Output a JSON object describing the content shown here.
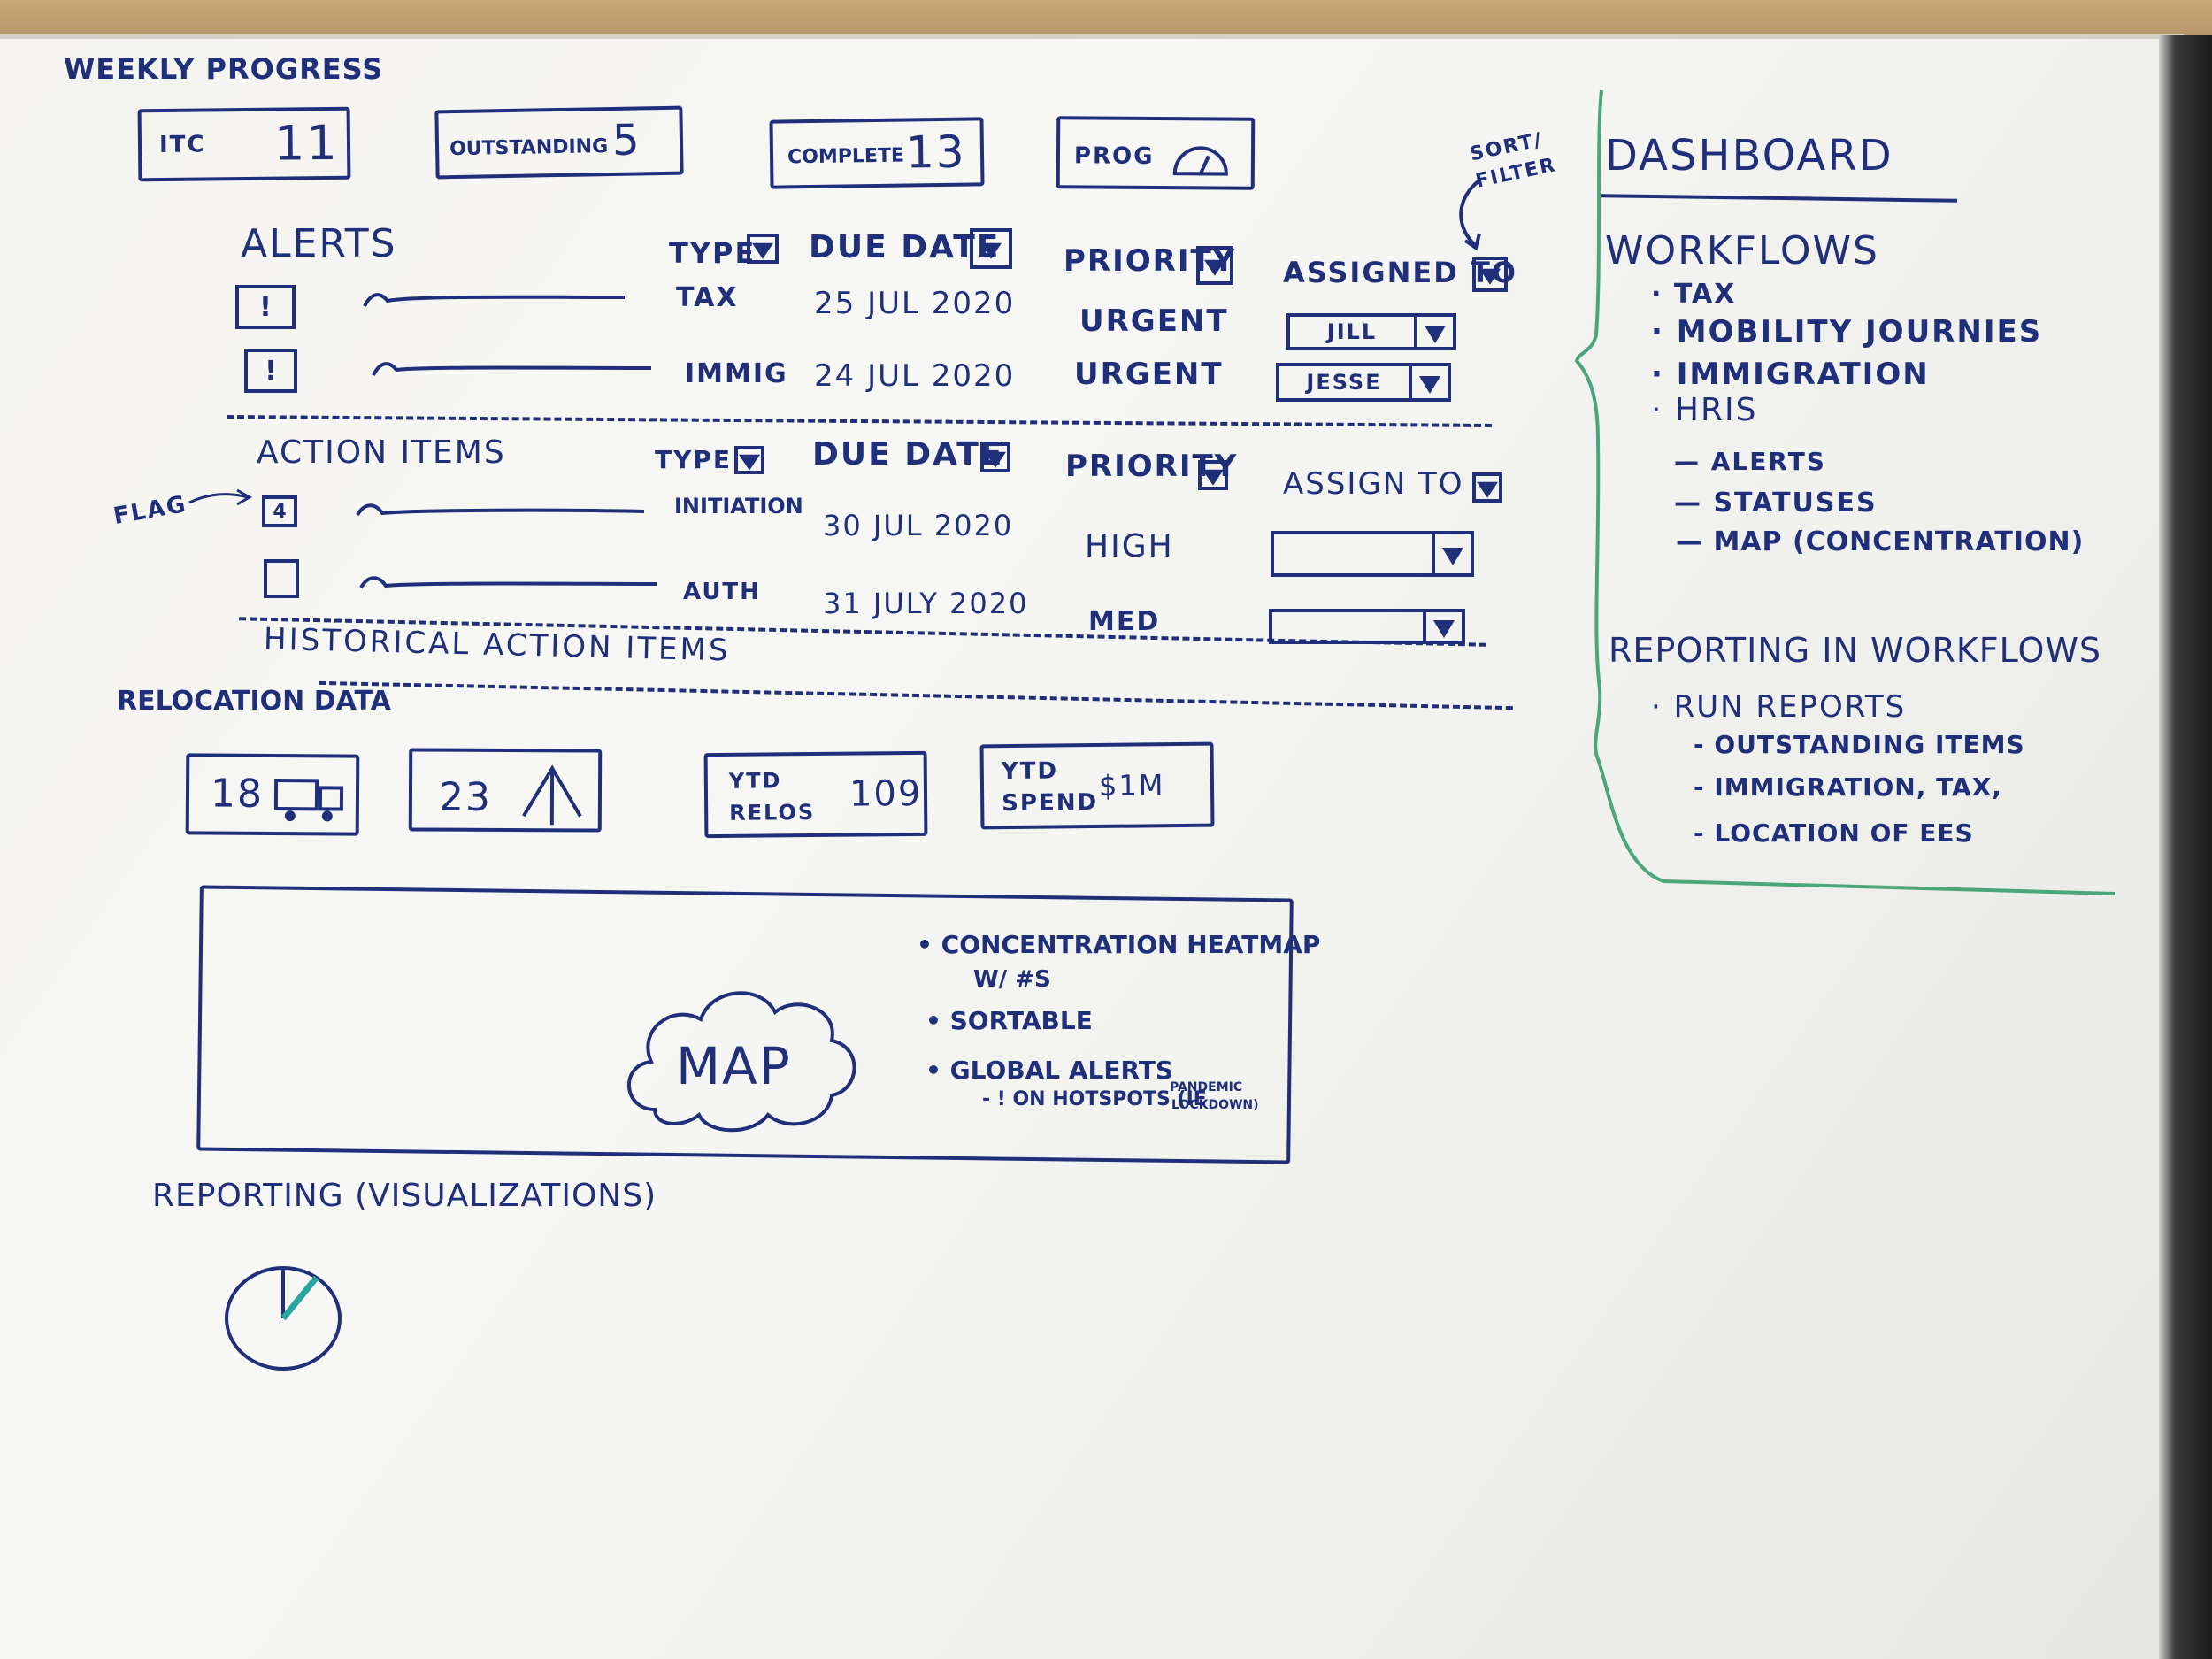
{
  "weekly_progress": {
    "title": "WEEKLY PROGRESS",
    "tiles": [
      {
        "label": "ITC",
        "value": "11"
      },
      {
        "label": "OUTSTANDING",
        "value": "5"
      },
      {
        "label": "COMPLETE",
        "value": "13"
      },
      {
        "label": "PROG",
        "icon": "gauge-icon"
      }
    ]
  },
  "sort_filter_note": "SORT/ FILTER",
  "alerts": {
    "title": "ALERTS",
    "columns": {
      "type": "TYPE",
      "due_date": "DUE DATE",
      "priority": "PRIORITY",
      "assigned_to": "ASSIGNED TO"
    },
    "rows": [
      {
        "type": "TAX",
        "due_date": "25 JUL 2020",
        "priority": "URGENT",
        "assignee": "JILL"
      },
      {
        "type": "IMMIG",
        "due_date": "24 JUL 2020",
        "priority": "URGENT",
        "assignee": "JESSE"
      }
    ]
  },
  "action_items": {
    "title": "ACTION ITEMS",
    "flag_note": "FLAG",
    "columns": {
      "type": "TYPE",
      "due_date": "DUE DATE",
      "priority": "PRIORITY",
      "assign_to": "ASSIGN TO"
    },
    "rows": [
      {
        "type": "INITIATION",
        "due_date": "30 JUL 2020",
        "priority": "HIGH"
      },
      {
        "type": "AUTH",
        "due_date": "31 JULY 2020",
        "priority": "MED"
      }
    ],
    "historical": "HISTORICAL ACTION ITEMS"
  },
  "relocation": {
    "title": "RELOCATION DATA",
    "tiles": [
      {
        "value": "18",
        "icon": "truck-icon"
      },
      {
        "value": "23",
        "icon": "arrow-up-icon"
      },
      {
        "label_line1": "YTD",
        "label_line2": "RELOS",
        "value": "109"
      },
      {
        "label_line1": "YTD",
        "label_line2": "SPEND",
        "value": "$1M"
      }
    ]
  },
  "map": {
    "label": "MAP",
    "notes": [
      "• CONCENTRATION HEATMAP",
      "W/ #S",
      "• SORTABLE",
      "• GLOBAL ALERTS",
      "- ! ON HOTSPOTS (IE",
      "PANDEMIC",
      "LOCKDOWN)"
    ]
  },
  "reporting": {
    "title": "REPORTING (VISUALIZATIONS)",
    "pie_share": 0.1
  },
  "dashboard": {
    "title": "DASHBOARD",
    "workflows_title": "WORKFLOWS",
    "workflows": [
      "· TAX",
      "· MOBILITY JOURNIES",
      "· IMMIGRATION",
      "· HRIS"
    ],
    "sub_items": [
      "— ALERTS",
      "— STATUSES",
      "— MAP (CONCENTRATION)"
    ],
    "reporting_title": "REPORTING IN WORKFLOWS",
    "run_reports": "· RUN REPORTS",
    "report_items": [
      "- OUTSTANDING ITEMS",
      "- IMMIGRATION, TAX,",
      "- LOCATION OF EES"
    ]
  },
  "colors": {
    "ink": "#1f2f7a",
    "green_marker": "#4aa77a",
    "teal_marker": "#2aa6a0",
    "board": "#f4f3ee"
  }
}
